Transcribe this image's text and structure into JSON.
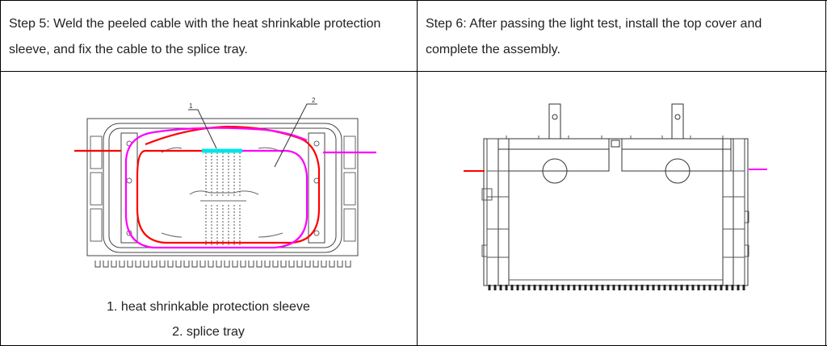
{
  "steps": [
    {
      "text": "Step 5: Weld the peeled cable with the heat shrinkable protection sleeve, and fix the cable to the splice tray."
    },
    {
      "text": "Step 6: After passing the light test, install the top cover and complete the assembly."
    }
  ],
  "diagram_left": {
    "callouts": [
      "1",
      "2"
    ],
    "captions": [
      "1. heat shrinkable protection sleeve",
      "2. splice tray"
    ]
  },
  "colors": {
    "red_cable": "#ff0000",
    "magenta_cable": "#ff00ff",
    "sleeve": "#00e5e5"
  }
}
